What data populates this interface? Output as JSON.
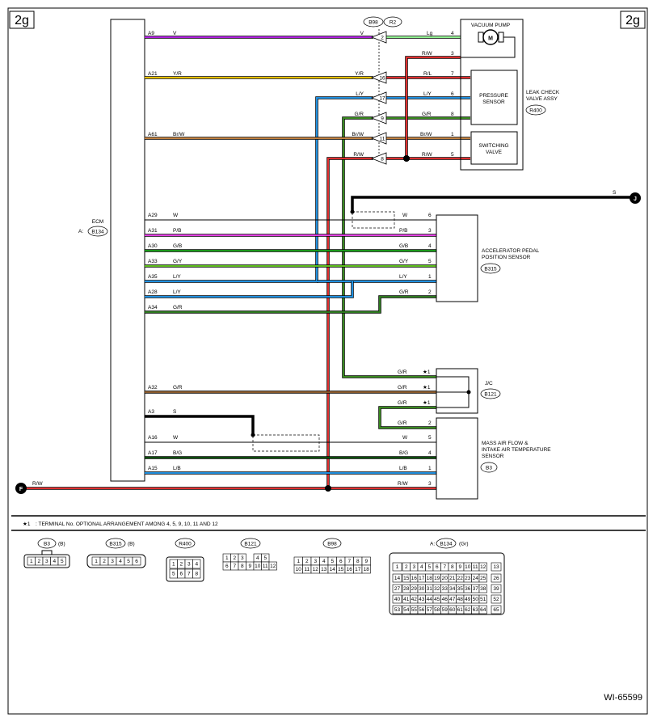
{
  "page": {
    "tag_left": "2g",
    "tag_right": "2g",
    "figure_id": "WI-65599",
    "note_symbol": "★1",
    "note_text": ": TERMINAL No. OPTIONAL ARRANGEMENT AMONG 4, 5, 9, 10, 11 AND 12"
  },
  "ecm": {
    "name": "ECM",
    "ref_prefix": "A:",
    "ref": "B134"
  },
  "components": {
    "vacuum_pump": {
      "name": "VACUUM PUMP",
      "motor": "M"
    },
    "pressure_sensor": {
      "line1": "PRESSURE",
      "line2": "SENSOR"
    },
    "switching_valve": {
      "line1": "SWITCHING",
      "line2": "VALVE"
    },
    "leak_check": {
      "line1": "LEAK CHECK",
      "line2": "VALVE ASSY",
      "ref": "R400"
    },
    "app_sensor": {
      "line1": "ACCELERATOR PEDAL",
      "line2": "POSITION SENSOR",
      "ref": "B315"
    },
    "jc": {
      "name": "J/C",
      "ref": "B121"
    },
    "maf": {
      "line1": "MASS AIR FLOW &",
      "line2": "INTAKE AIR TEMPERATURE",
      "line3": "SENSOR",
      "ref": "B3"
    }
  },
  "connectors_top": {
    "b98": "B98",
    "r2": "R2"
  },
  "wires": [
    {
      "pin": "A9",
      "color_code": "V",
      "hex": "#b020e0"
    },
    {
      "pin": "A21",
      "color_code": "Y/R",
      "hex": "#e8c000"
    },
    {
      "pin": "A61",
      "color_code": "Br/W",
      "hex": "#8a5a2b"
    },
    {
      "pin": "A29",
      "color_code": "W",
      "hex": "#000000"
    },
    {
      "pin": "A31",
      "color_code": "P/B",
      "hex": "#e040e0"
    },
    {
      "pin": "A30",
      "color_code": "G/B",
      "hex": "#1a9a1a"
    },
    {
      "pin": "A33",
      "color_code": "G/Y",
      "hex": "#60c020"
    },
    {
      "pin": "A35",
      "color_code": "L/Y",
      "hex": "#2090e0"
    },
    {
      "pin": "A28",
      "color_code": "L/Y",
      "hex": "#2090e0"
    },
    {
      "pin": "A34",
      "color_code": "G/R",
      "hex": "#2e7a20"
    },
    {
      "pin": "A32",
      "color_code": "G/R",
      "hex": "#8a5a2b"
    },
    {
      "pin": "A3",
      "color_code": "S",
      "hex": "#000000"
    },
    {
      "pin": "A16",
      "color_code": "W",
      "hex": "#000000"
    },
    {
      "pin": "A17",
      "color_code": "B/G",
      "hex": "#000000"
    },
    {
      "pin": "A15",
      "color_code": "L/B",
      "hex": "#2090e0"
    }
  ],
  "top_labels": {
    "mid_v": "V",
    "mid_yr": "Y/R",
    "mid_ly": "L/Y",
    "mid_gr": "G/R",
    "mid_brw": "Br/W",
    "mid_rw": "R/W",
    "inline_pins": [
      "2",
      "16",
      "17",
      "9",
      "11",
      "8"
    ],
    "lg": "Lg",
    "rw1": "R/W",
    "rl": "R/L",
    "ly": "L/Y",
    "gr": "G/R",
    "brw": "Br/W",
    "rw2": "R/W",
    "tp4": "4",
    "tp3": "3",
    "tp7": "7",
    "tp6": "6",
    "tp8": "8",
    "tp1": "1",
    "tp5": "5"
  },
  "app_labels": {
    "w": "W",
    "pb": "P/B",
    "gb": "G/B",
    "gy": "G/Y",
    "ly": "L/Y",
    "gr": "G/R",
    "p6": "6",
    "p3": "3",
    "p4": "4",
    "p5": "5",
    "p1": "1",
    "p2": "2"
  },
  "shield_label": "S",
  "j_label": "J",
  "f_label": "F",
  "f_wire": "R/W",
  "jc_labels": {
    "gr": "G/R",
    "star": "★1"
  },
  "maf_labels": {
    "gr": "G/R",
    "w": "W",
    "bg": "B/G",
    "lb": "L/B",
    "rw": "R/W",
    "p2": "2",
    "p5": "5",
    "p4": "4",
    "p1": "1",
    "p3": "3"
  },
  "legend": {
    "b3": {
      "name": "B3",
      "suffix": "(B)",
      "pins": [
        "1",
        "2",
        "3",
        "4",
        "5"
      ]
    },
    "b315": {
      "name": "B315",
      "suffix": "(B)",
      "pins": [
        "1",
        "2",
        "3",
        "4",
        "5",
        "6"
      ]
    },
    "r400": {
      "name": "R400",
      "pins": [
        "1",
        "2",
        "3",
        "4",
        "5",
        "6",
        "7",
        "8"
      ]
    },
    "b121": {
      "name": "B121",
      "pins": [
        "1",
        "2",
        "3",
        "4",
        "5",
        "6",
        "7",
        "8",
        "9",
        "10",
        "11",
        "12"
      ]
    },
    "b98": {
      "name": "B98",
      "pins": [
        "1",
        "2",
        "3",
        "4",
        "5",
        "6",
        "7",
        "8",
        "9",
        "10",
        "11",
        "12",
        "13",
        "14",
        "15",
        "16",
        "17",
        "18"
      ]
    },
    "b134": {
      "prefix": "A:",
      "name": "B134",
      "suffix": "(Gr)",
      "pins": [
        "1",
        "2",
        "3",
        "4",
        "5",
        "6",
        "7",
        "8",
        "9",
        "10",
        "11",
        "12",
        "13",
        "14",
        "15",
        "16",
        "17",
        "18",
        "19",
        "20",
        "21",
        "22",
        "23",
        "24",
        "25",
        "26",
        "27",
        "28",
        "29",
        "30",
        "31",
        "32",
        "33",
        "34",
        "35",
        "36",
        "37",
        "38",
        "39",
        "40",
        "41",
        "42",
        "43",
        "44",
        "45",
        "46",
        "47",
        "48",
        "49",
        "50",
        "51",
        "52",
        "53",
        "54",
        "55",
        "56",
        "57",
        "58",
        "59",
        "60",
        "61",
        "62",
        "63",
        "64",
        "65"
      ]
    }
  }
}
